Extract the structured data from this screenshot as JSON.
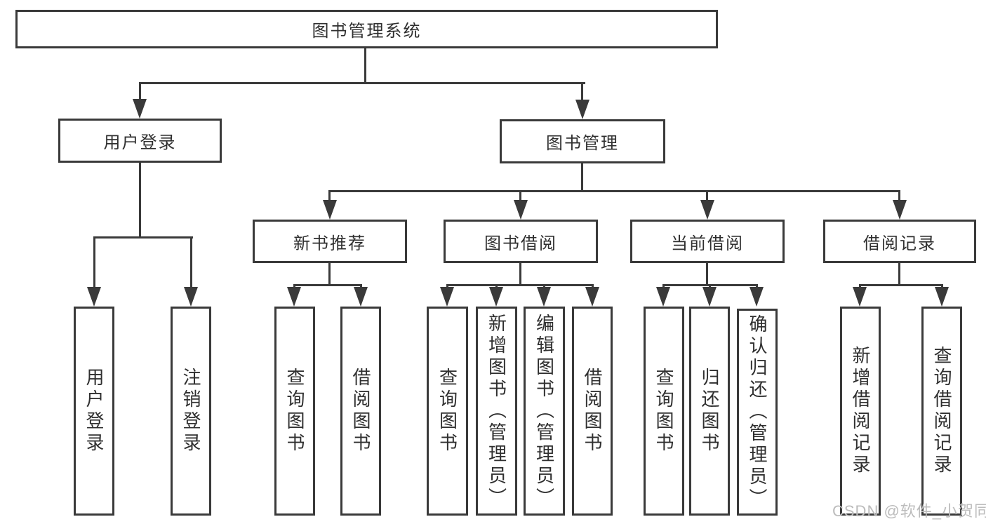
{
  "diagram": {
    "type": "hierarchy-tree",
    "orientation": "top-down"
  },
  "tree": {
    "label": "图书管理系统",
    "children": [
      {
        "label": "用户登录",
        "children": [
          {
            "label": "用户登录"
          },
          {
            "label": "注销登录"
          }
        ]
      },
      {
        "label": "图书管理",
        "children": [
          {
            "label": "新书推荐",
            "children": [
              {
                "label": "查询图书"
              },
              {
                "label": "借阅图书"
              }
            ]
          },
          {
            "label": "图书借阅",
            "children": [
              {
                "label": "查询图书"
              },
              {
                "label": "新增图书（管理员）"
              },
              {
                "label": "编辑图书（管理员）"
              },
              {
                "label": "借阅图书"
              }
            ]
          },
          {
            "label": "当前借阅",
            "children": [
              {
                "label": "查询图书"
              },
              {
                "label": "归还图书"
              },
              {
                "label": "确认归还（管理员）"
              }
            ]
          },
          {
            "label": "借阅记录",
            "children": [
              {
                "label": "新增借阅记录"
              },
              {
                "label": "查询借阅记录"
              }
            ]
          }
        ]
      }
    ]
  },
  "watermark": {
    "text": "CSDN @软件_小贺同学"
  },
  "colors": {
    "line": "#3a3a3a",
    "text": "#2f2f2f",
    "bg": "#ffffff",
    "wm": "#bcbcbc"
  }
}
